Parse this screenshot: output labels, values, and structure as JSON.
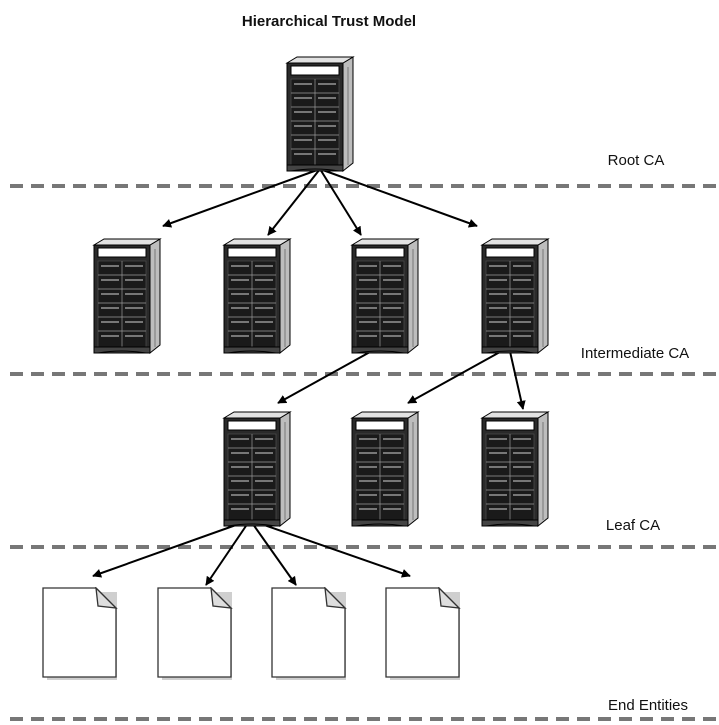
{
  "title": "Hierarchical Trust Model",
  "tiers": {
    "root": "Root CA",
    "intermediate": "Intermediate CA",
    "leaf": "Leaf CA",
    "end": "End Entities"
  },
  "icons": {
    "server": "server-rack-icon",
    "document": "document-icon"
  },
  "colors": {
    "divider": "#777777",
    "arrow": "#000000",
    "server_body": "#2a2a2a"
  }
}
